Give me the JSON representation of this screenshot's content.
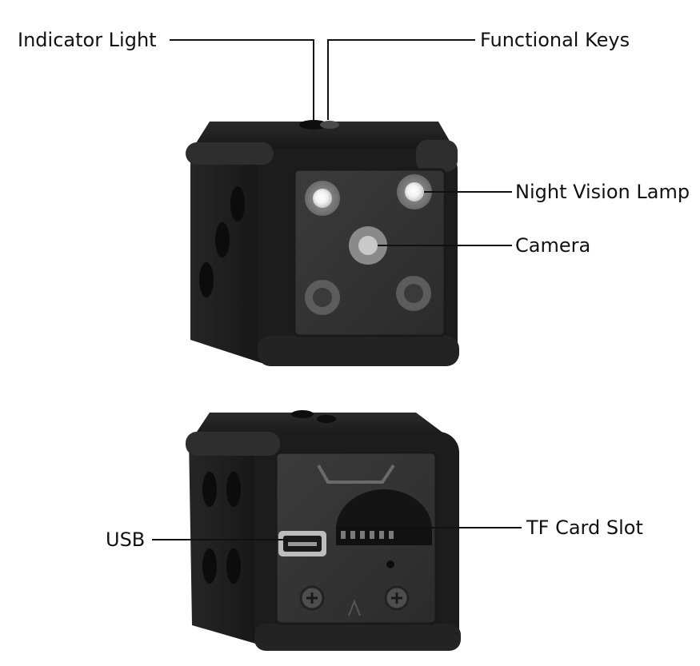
{
  "labels": {
    "indicator_light": "Indicator Light",
    "functional_keys": "Functional Keys",
    "night_vision_lamp": "Night Vision Lamp",
    "camera": "Camera",
    "usb": "USB",
    "tf_card_slot": "TF Card Slot"
  },
  "colors": {
    "body": "#1b1b1b",
    "edge": "#2c2c2c",
    "panel": "#3a3a3a",
    "leader": "#111111"
  }
}
